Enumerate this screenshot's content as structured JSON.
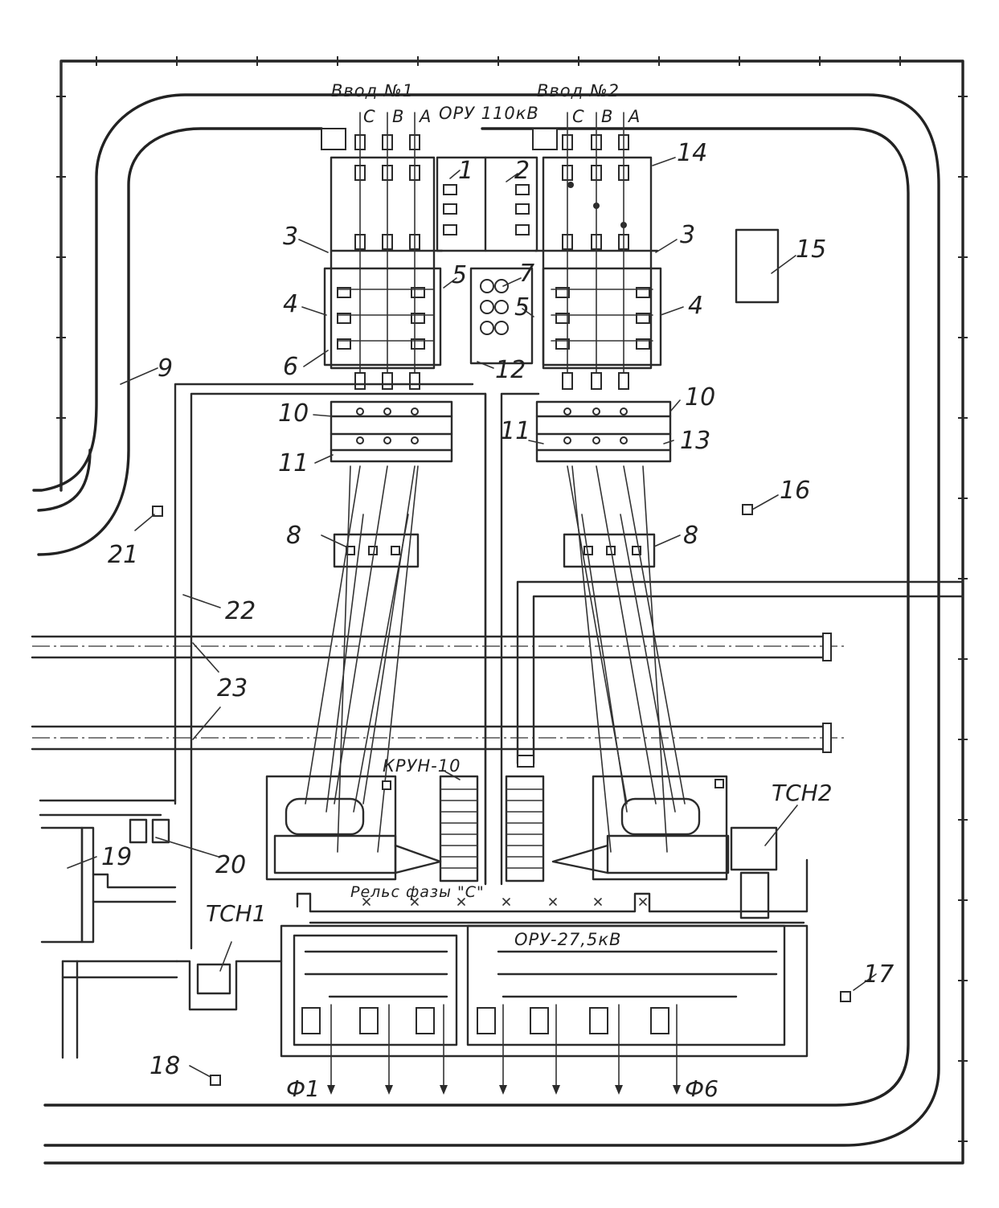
{
  "diagram": {
    "top_labels": {
      "input1": "Ввод №1",
      "input2": "Ввод №2",
      "oru110": "ОРУ 110кВ",
      "phase_c": "С",
      "phase_b": "В",
      "phase_a": "А"
    },
    "unit_labels": {
      "krun10": "КРУН-10",
      "rail_phase_c": "Рельс фазы \"С\"",
      "oru27": "ОРУ-27,5кВ",
      "tsn1": "ТСН1",
      "tsn2": "ТСН2",
      "f1": "Ф1",
      "f6": "Ф6"
    },
    "numbers": {
      "n1": "1",
      "n2": "2",
      "n3": "3",
      "n4": "4",
      "n5": "5",
      "n6": "6",
      "n7": "7",
      "n8": "8",
      "n9": "9",
      "n10": "10",
      "n11": "11",
      "n12": "12",
      "n13": "13",
      "n14": "14",
      "n15": "15",
      "n16": "16",
      "n17": "17",
      "n18": "18",
      "n19": "19",
      "n20": "20",
      "n21": "21",
      "n22": "22",
      "n23": "23"
    }
  }
}
